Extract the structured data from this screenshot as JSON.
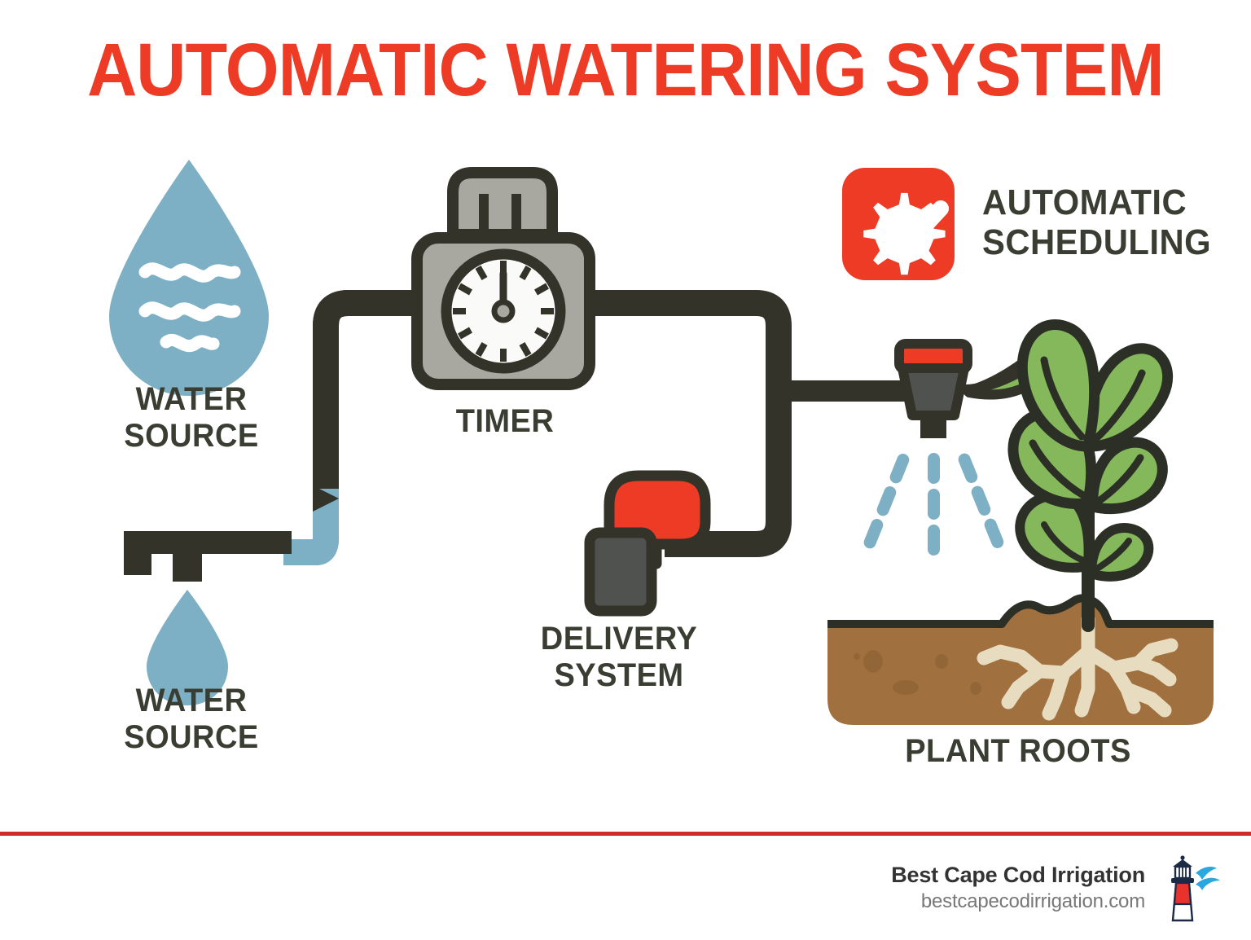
{
  "title": "AUTOMATIC WATERING SYSTEM",
  "colors": {
    "brand_red": "#EE3B26",
    "divider_red": "#CE2C2C",
    "water_blue": "#7DB0C4",
    "pipe_dark": "#333329",
    "timer_gray": "#A8A8A0",
    "leaf_green": "#85B75B",
    "soil_brown": "#A0703F",
    "root_cream": "#E8DCC0",
    "label_dark": "#3A3D32"
  },
  "nodes": [
    {
      "id": "water-drop",
      "icon": "water-drop-icon",
      "label": "WATER\nSOURCE"
    },
    {
      "id": "timer",
      "icon": "timer-clock-icon",
      "label": "TIMER"
    },
    {
      "id": "faucet",
      "icon": "faucet-icon",
      "label": "WATER\nSOURCE"
    },
    {
      "id": "delivery",
      "icon": "valve-elbow-icon",
      "label": "DELIVERY\nSYSTEM"
    },
    {
      "id": "plant",
      "icon": "plant-roots-soil-icon",
      "label": "PLANT ROOTS"
    }
  ],
  "badge": {
    "icon": "gear-check-icon",
    "label": "AUTOMATIC\nSCHEDULING",
    "background": "#EE3B26"
  },
  "footer": {
    "brand": "Best Cape Cod Irrigation",
    "url": "bestcapecodirrigation.com",
    "logo_icon": "lighthouse-icon"
  }
}
